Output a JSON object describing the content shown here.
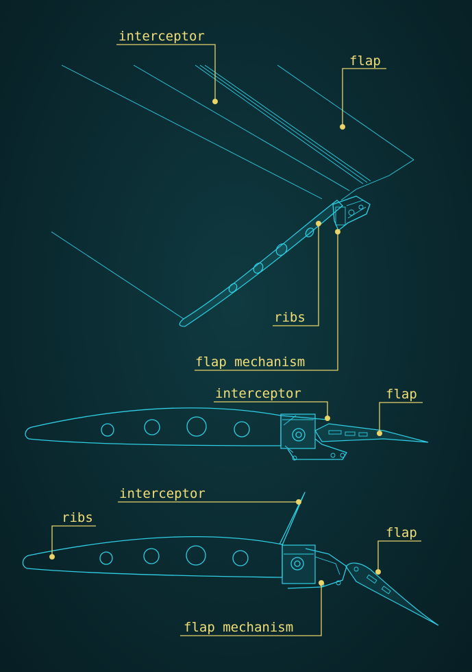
{
  "colors": {
    "background": "#0a2a30",
    "line": "#2fd0e6",
    "label": "#f2df78"
  },
  "views": {
    "isometric": {
      "interceptor": "interceptor",
      "flap": "flap",
      "ribs": "ribs",
      "flap_mechanism": "flap mechanism"
    },
    "side_retracted": {
      "interceptor": "interceptor",
      "flap": "flap"
    },
    "side_extended": {
      "interceptor": "interceptor",
      "ribs": "ribs",
      "flap": "flap",
      "flap_mechanism": "flap mechanism"
    }
  }
}
